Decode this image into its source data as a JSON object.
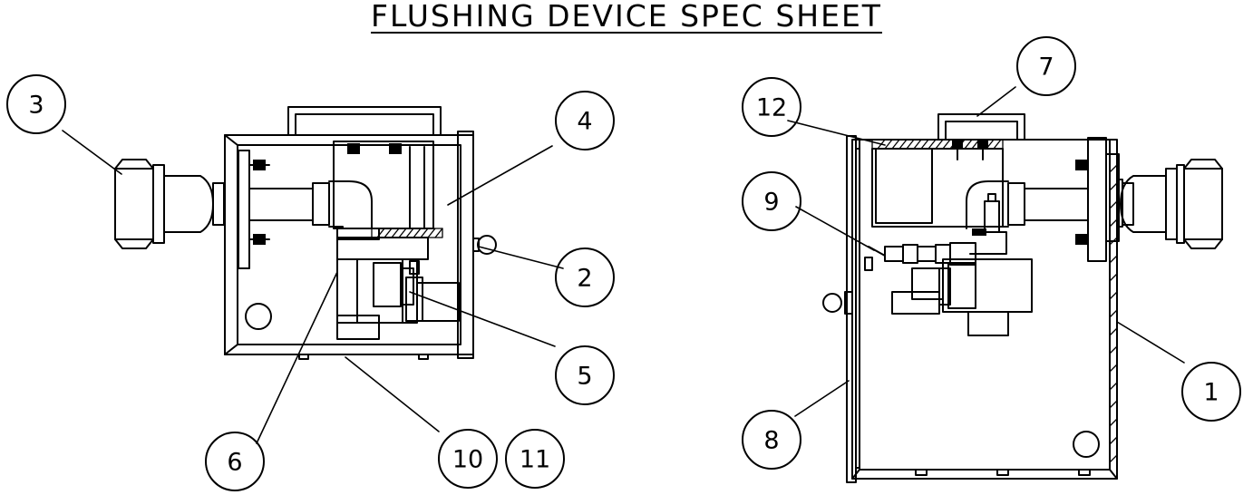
{
  "title": "FLUSHING DEVICE SPEC SHEET",
  "callouts": {
    "c1": "1",
    "c2": "2",
    "c3": "3",
    "c4": "4",
    "c5": "5",
    "c6": "6",
    "c7": "7",
    "c8": "8",
    "c9": "9",
    "c10": "10",
    "c11": "11",
    "c12": "12"
  }
}
